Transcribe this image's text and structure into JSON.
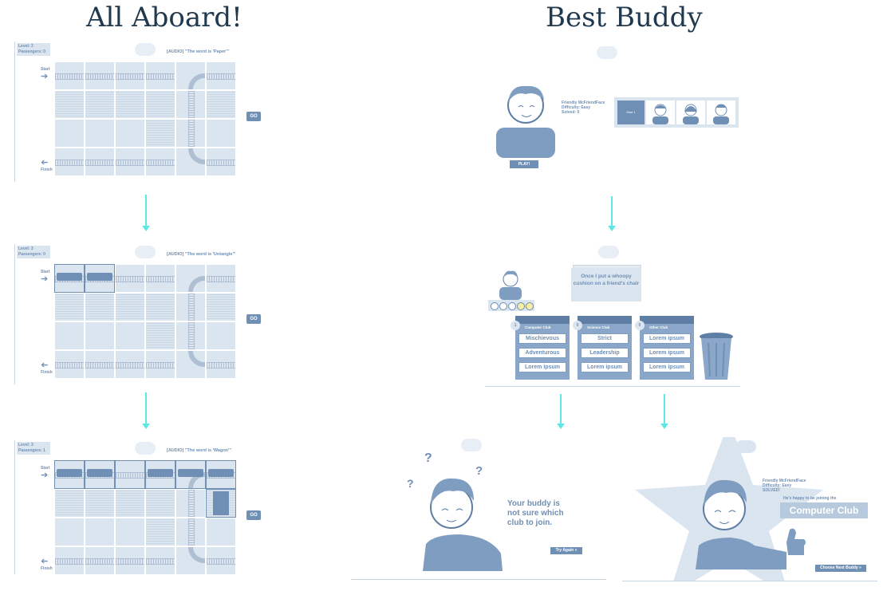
{
  "titles": {
    "left": "All Aboard!",
    "right": "Best Buddy"
  },
  "colors": {
    "accent": "#6f8fb5",
    "light": "#dbe5ef",
    "arrow": "#5ee8e3",
    "title": "#20394f"
  },
  "all_aboard": {
    "screens": [
      {
        "level": "Level: 3",
        "passengers": "Passengers: 0",
        "audio": "[AUDIO] \"The word is 'Paper'\"",
        "go": "GO",
        "start": "Start",
        "finish": "Finish"
      },
      {
        "level": "Level: 3",
        "passengers": "Passengers: 0",
        "audio": "[AUDIO] \"The word is 'Untangle'\"",
        "go": "GO",
        "start": "Start",
        "finish": "Finish"
      },
      {
        "level": "Level: 3",
        "passengers": "Passengers: 1",
        "audio": "[AUDIO] \"The word is 'Wagon'\"",
        "go": "GO",
        "start": "Start",
        "finish": "Finish"
      }
    ]
  },
  "best_buddy": {
    "select": {
      "name": "Friendly McFriendFace",
      "difficulty_label": "Difficulty:",
      "difficulty": "Easy",
      "solved_label": "Solved:",
      "solved": "0",
      "play": "PLAY!",
      "strip_label": "Start 1"
    },
    "sort": {
      "quote": "Once I put a whoopy cushion on a friend's chair",
      "clubs": [
        {
          "num": "1",
          "name": "Computer Club",
          "traits": [
            "Mischievous",
            "Adventurous",
            "Lorem ipsum"
          ]
        },
        {
          "num": "0",
          "name": "Science Club",
          "traits": [
            "Strict",
            "Leadership",
            "Lorem ipsum"
          ]
        },
        {
          "num": "0",
          "name": "Other Club",
          "traits": [
            "Lorem ipsum",
            "Lorem ipsum",
            "Lorem ipsum"
          ]
        }
      ]
    },
    "fail": {
      "message": "Your buddy is not sure which club to join.",
      "button": "Try Again »"
    },
    "success": {
      "name": "Friendly McFriendFace",
      "difficulty_label": "Difficulty:",
      "difficulty": "Easy",
      "solved": "SOLVED!",
      "happy": "He's happy to be joining the",
      "club": "Computer Club",
      "button": "Choose Next Buddy »"
    }
  }
}
